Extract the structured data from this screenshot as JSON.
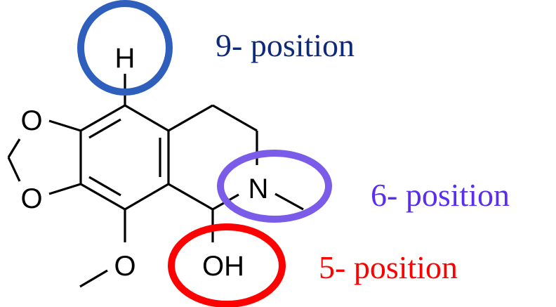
{
  "diagram": {
    "title": "",
    "atoms": {
      "h9": "H",
      "o_top": "O",
      "o_bottom": "O",
      "o_methoxy": "O",
      "n": "N",
      "oh": "OH"
    },
    "labels": {
      "pos9": "9- position",
      "pos6": "6- position",
      "pos5": "5- position"
    },
    "colors": {
      "pos9_circle": "#2f5fbd",
      "pos9_text": "#0f2a7a",
      "pos6_circle": "#7a5ce8",
      "pos6_text": "#5a2ef0",
      "pos5_circle": "#ff0000",
      "pos5_text": "#ff0000",
      "bonds": "#000000"
    }
  }
}
